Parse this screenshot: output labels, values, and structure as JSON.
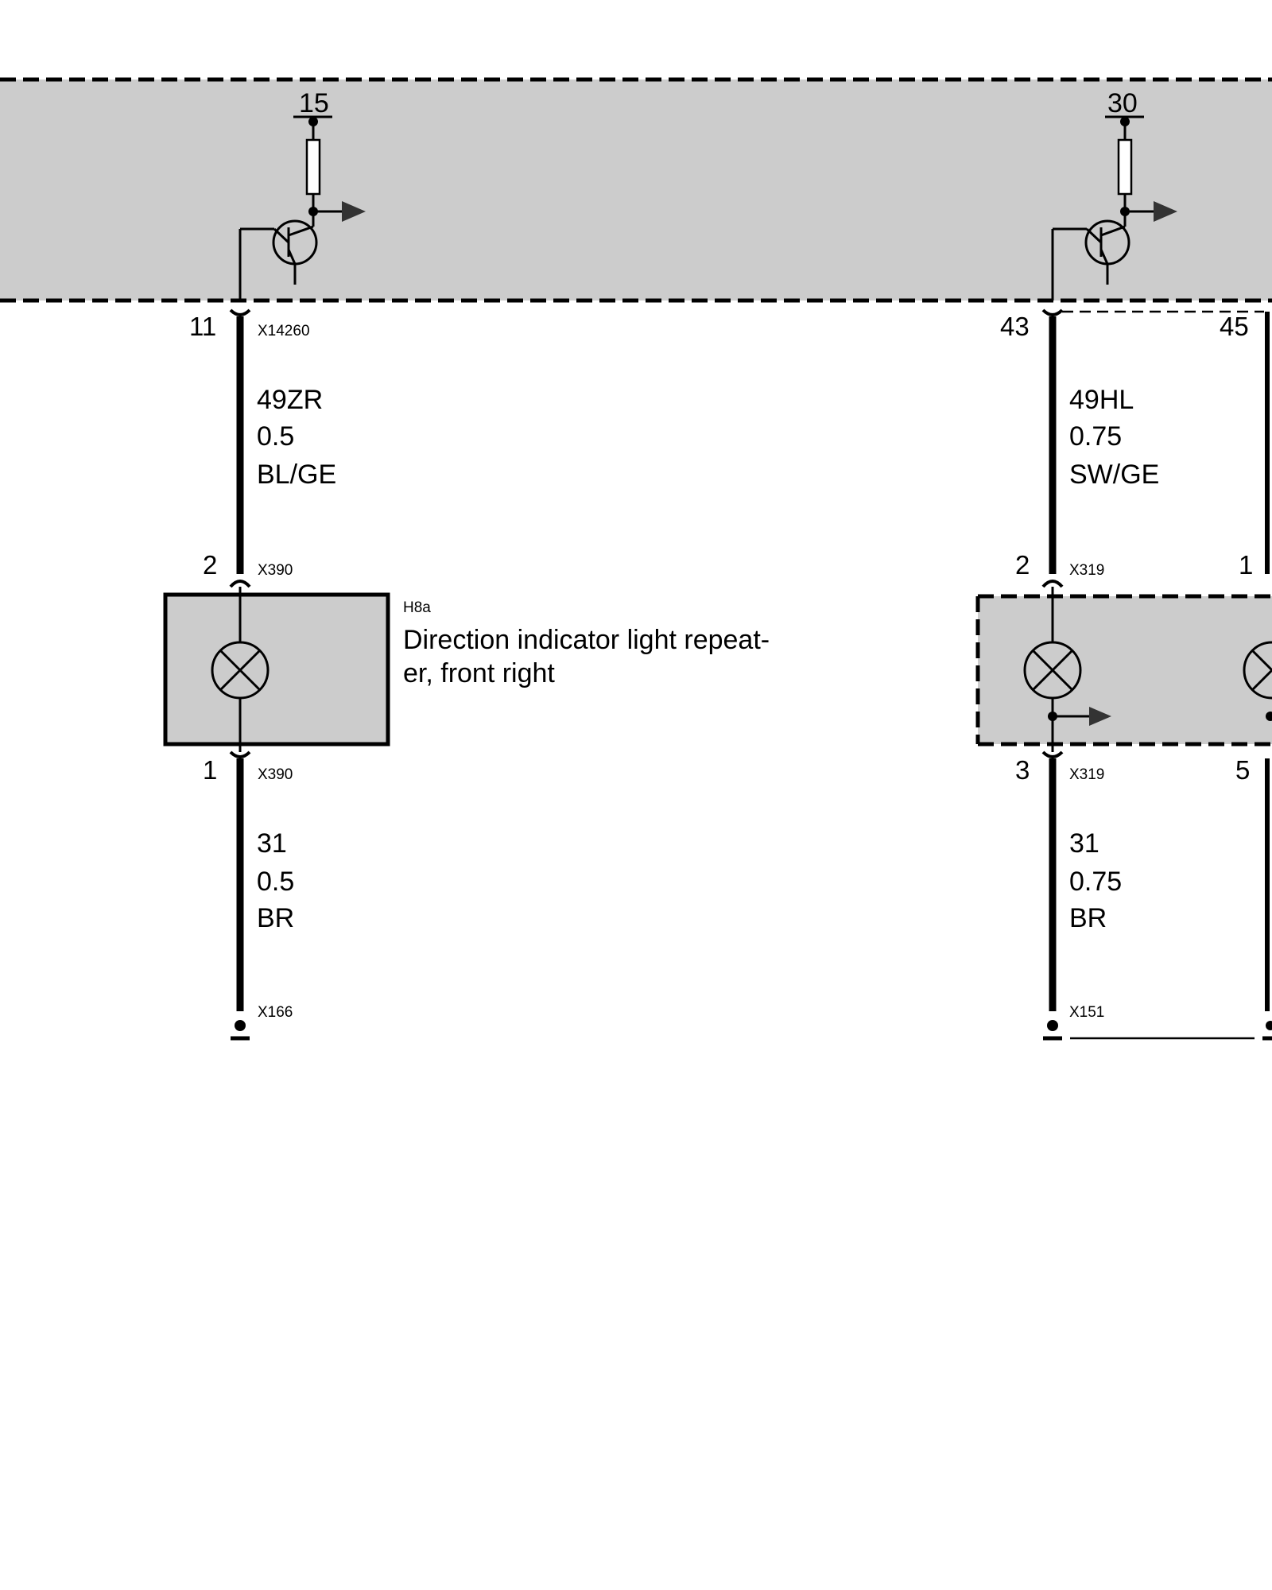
{
  "control_unit": {
    "left_supply": "15",
    "right_supply": "30"
  },
  "left_circuit": {
    "top_pin": "11",
    "top_connector": "X14260",
    "wire_top": {
      "code": "49ZR",
      "gauge": "0.5",
      "color": "BL/GE"
    },
    "lamp_top_pin": "2",
    "lamp_top_connector": "X390",
    "component_id": "H8a",
    "component_name_line1": "Direction indicator light repeat-",
    "component_name_line2": "er, front right",
    "lamp_bottom_pin": "1",
    "lamp_bottom_connector": "X390",
    "wire_bottom": {
      "code": "31",
      "gauge": "0.5",
      "color": "BR"
    },
    "ground_connector": "X166"
  },
  "right_circuit": {
    "top_pin": "43",
    "top_pin_2": "45",
    "wire_top": {
      "code": "49HL",
      "gauge": "0.75",
      "color": "SW/GE"
    },
    "lamp_top_pin": "2",
    "lamp_top_pin_2": "1",
    "lamp_top_connector": "X319",
    "lamp_bottom_pin": "3",
    "lamp_bottom_pin_2": "5",
    "lamp_bottom_connector": "X319",
    "wire_bottom": {
      "code": "31",
      "gauge": "0.75",
      "color": "BR"
    },
    "ground_connector": "X151"
  },
  "colors": {
    "module_fill": "#cccccc",
    "line": "#000000",
    "arrow": "#333333"
  }
}
